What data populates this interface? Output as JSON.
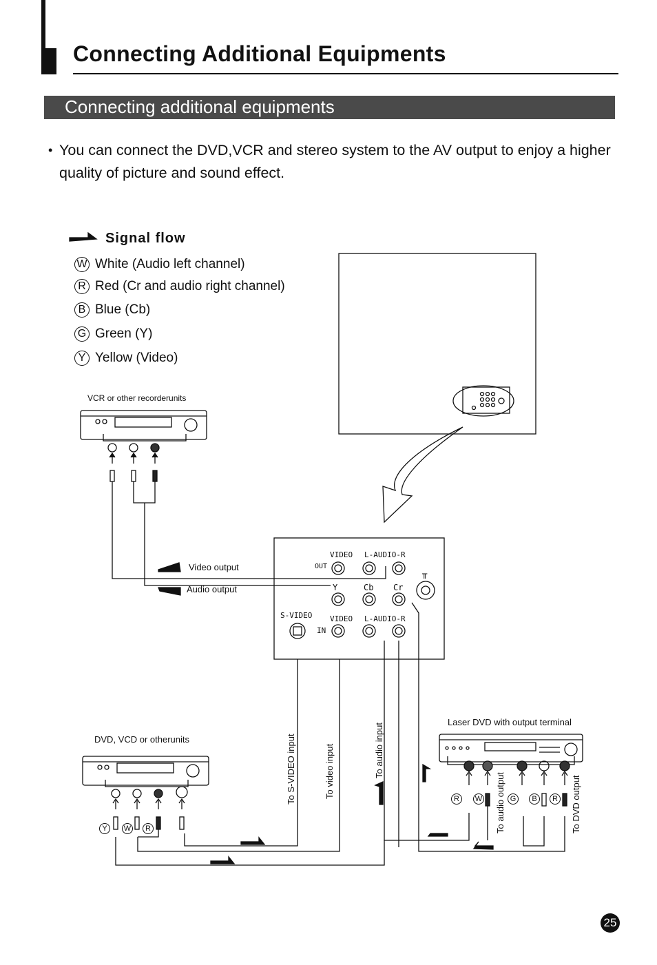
{
  "page": {
    "title": "Connecting Additional Equipments",
    "section_title": "Connecting additional equipments",
    "intro_bullet": "•",
    "intro_text": "You can connect the DVD,VCR and stereo system to the AV output to enjoy a higher quality of picture and sound effect.",
    "page_number": "25"
  },
  "legend": {
    "signal_flow": "Signal flow",
    "items": [
      {
        "badge": "W",
        "label": "White (Audio left channel)"
      },
      {
        "badge": "R",
        "label": "Red (Cr and audio right channel)"
      },
      {
        "badge": "B",
        "label": "Blue (Cb)"
      },
      {
        "badge": "G",
        "label": "Green (Y)"
      },
      {
        "badge": "Y",
        "label": "Yellow (Video)"
      }
    ]
  },
  "diagram": {
    "vcr_label": "VCR or other recorderunits",
    "dvd_label": "DVD, VCD or otherunits",
    "laser_label": "Laser DVD with output terminal",
    "video_output": "Video output",
    "audio_output": "Audio output",
    "panel": {
      "video_top": "VIDEO",
      "audio_top": "L-AUDIO-R",
      "out": "OUT",
      "y": "Y",
      "cb": "Cb",
      "cr": "Cr",
      "svideo": "S-VIDEO",
      "video_in": "VIDEO",
      "audio_in": "L-AUDIO-R",
      "in": "IN",
      "antenna": "╥"
    },
    "to_svideo": "To S-VIDEO input",
    "to_video": "To video input",
    "to_audio_input": "To audio input",
    "to_audio_output": "To audio output",
    "to_dvd_output": "To DVD output",
    "dvd_plug_badges": [
      "Y",
      "W",
      "R"
    ],
    "laser_badges": [
      "R",
      "W",
      "G",
      "B",
      "R"
    ]
  }
}
